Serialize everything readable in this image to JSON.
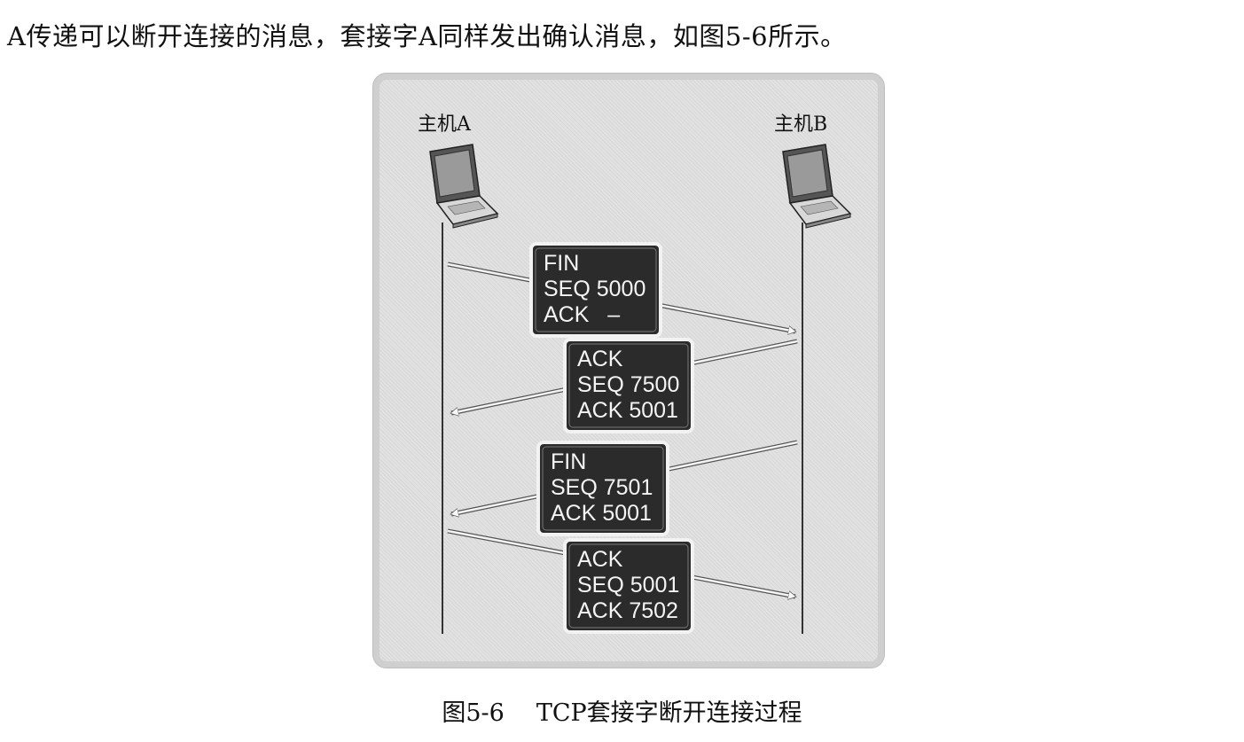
{
  "intro_text": "A传递可以断开连接的消息，套接字A同样发出确认消息，如图5-6所示。",
  "caption": {
    "number": "图5-6",
    "title": "TCP套接字断开连接过程"
  },
  "hosts": {
    "left": {
      "label": "主机A",
      "icon": "laptop-icon"
    },
    "right": {
      "label": "主机B",
      "icon": "laptop-icon"
    }
  },
  "messages": [
    {
      "direction": "A-to-B",
      "lines": [
        "FIN",
        "SEQ 5000",
        "ACK   –"
      ]
    },
    {
      "direction": "B-to-A",
      "lines": [
        "ACK",
        "SEQ 7500",
        "ACK 5001"
      ]
    },
    {
      "direction": "B-to-A",
      "lines": [
        "FIN",
        "SEQ 7501",
        "ACK 5001"
      ]
    },
    {
      "direction": "A-to-B",
      "lines": [
        "ACK",
        "SEQ 5001",
        "ACK 7502"
      ]
    }
  ],
  "colors": {
    "box_fill": "#2b2b2b",
    "box_text": "#f4f4f4",
    "figure_bg": "#e2e2e2"
  }
}
